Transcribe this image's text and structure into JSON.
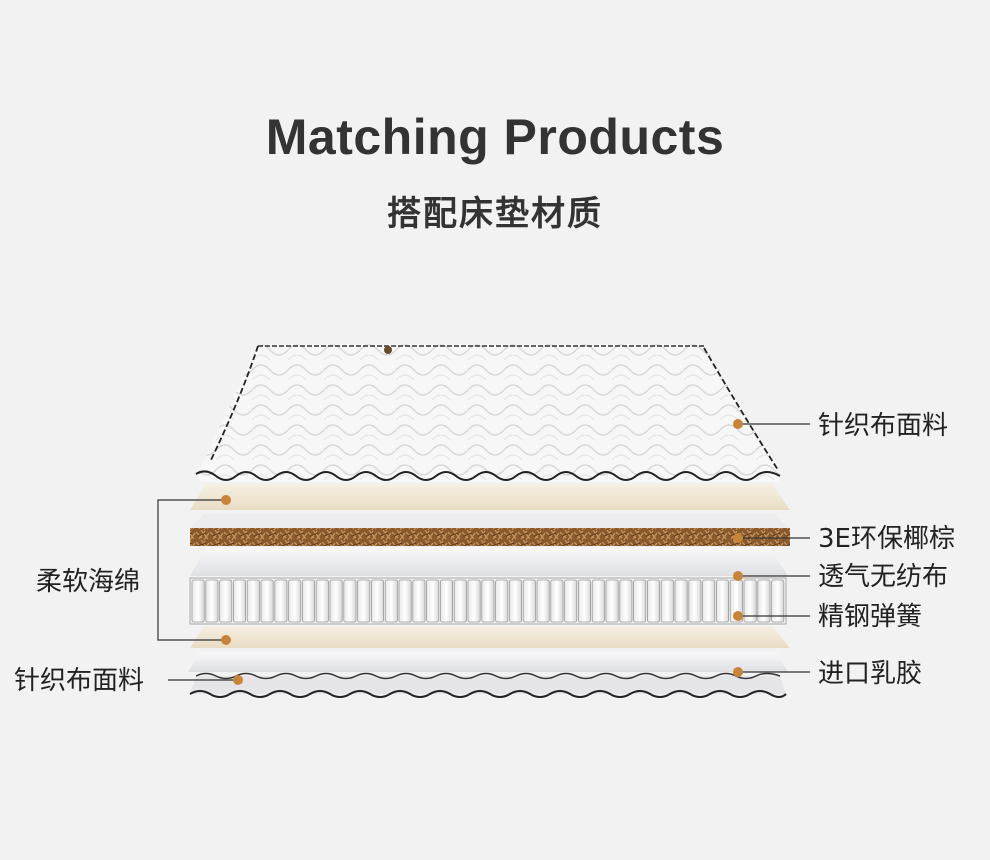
{
  "header": {
    "title": "Matching Products",
    "subtitle": "搭配床垫材质"
  },
  "colors": {
    "background": "#f2f2f2",
    "marker": "#c8843a",
    "text": "#333333"
  },
  "labels": {
    "right_top_fabric": "针织布面料",
    "right_coir": "3E环保椰棕",
    "right_nonwoven": "透气无纺布",
    "right_spring": "精钢弹簧",
    "right_latex": "进口乳胶",
    "left_foam": "柔软海绵",
    "left_bottom_fabric": "针织布面料"
  }
}
